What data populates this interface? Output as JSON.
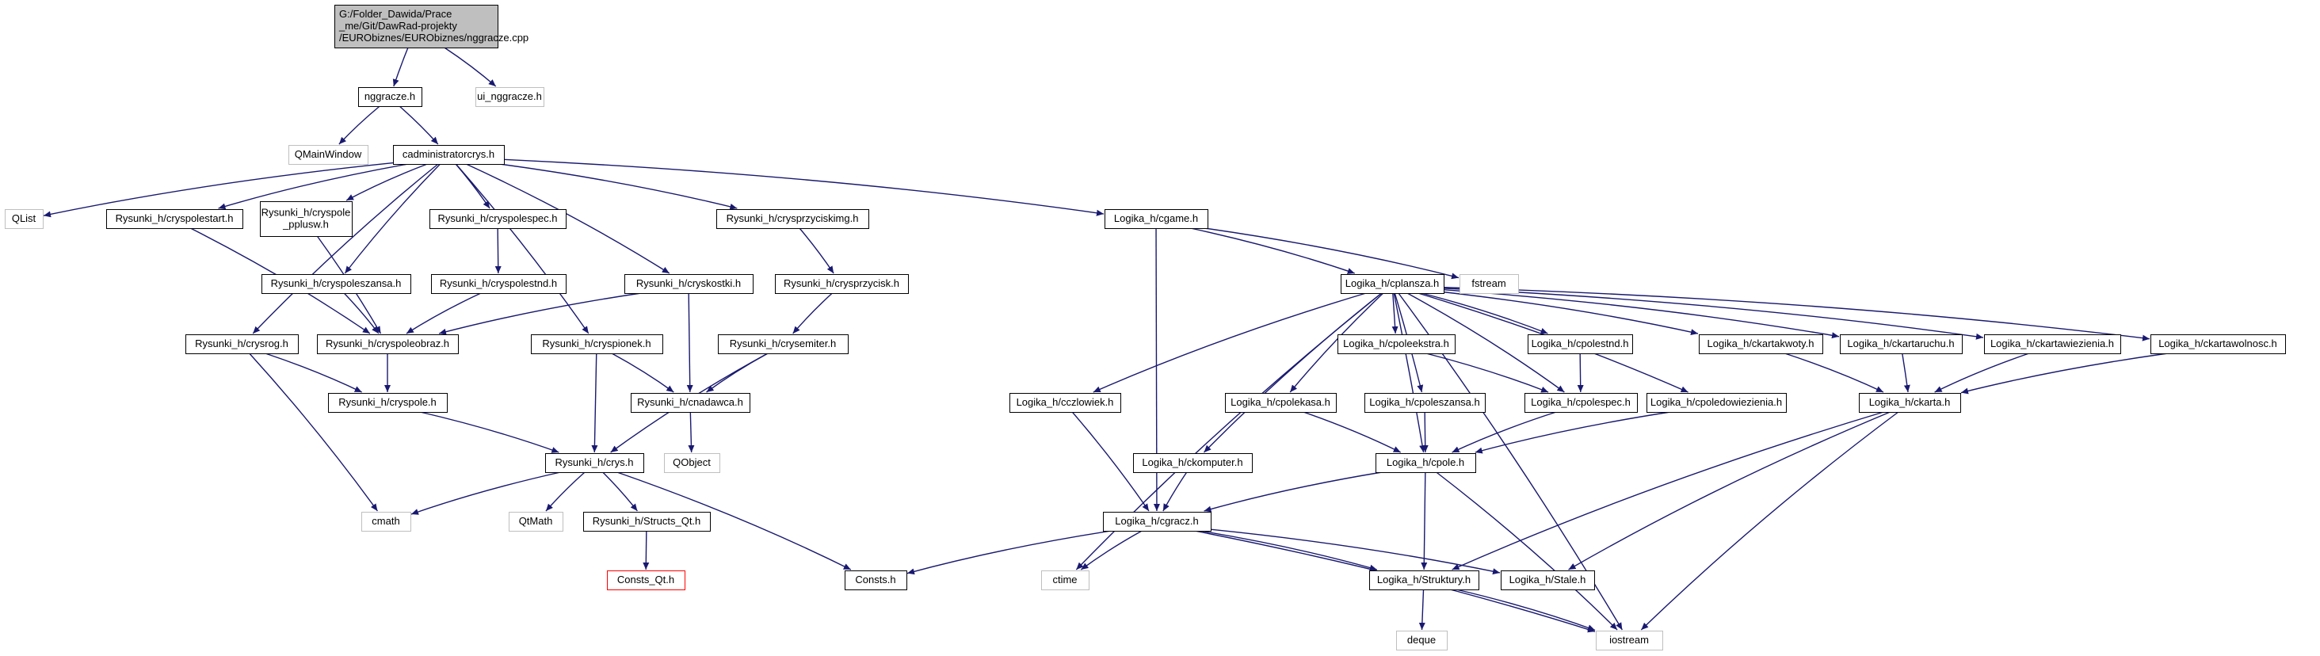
{
  "colors": {
    "edge": "#191970",
    "box_border": "#000000",
    "root_fill": "#bfbfbf",
    "missing_border": "#bfbfbf",
    "warn_border": "#ff0000",
    "bg": "#ffffff"
  },
  "nodes": [
    {
      "id": "root",
      "lines": [
        "G:/Folder_Dawida/Prace",
        "_me/Git/DawRad-projekty",
        "/EURObiznes/EURObiznes/nggracze.cpp"
      ],
      "kind": "root"
    },
    {
      "id": "nggracze_h",
      "lines": [
        "nggracze.h"
      ],
      "kind": "normal"
    },
    {
      "id": "ui_nggracze_h",
      "lines": [
        "ui_nggracze.h"
      ],
      "kind": "missing"
    },
    {
      "id": "qmainwindow",
      "lines": [
        "QMainWindow"
      ],
      "kind": "missing"
    },
    {
      "id": "cadministrator",
      "lines": [
        "cadministratorcrys.h"
      ],
      "kind": "normal"
    },
    {
      "id": "qlist",
      "lines": [
        "QList"
      ],
      "kind": "missing"
    },
    {
      "id": "cryspolestart",
      "lines": [
        "Rysunki_h/cryspolestart.h"
      ],
      "kind": "normal"
    },
    {
      "id": "cryspolepplusw",
      "lines": [
        "Rysunki_h/cryspole",
        "_pplusw.h"
      ],
      "kind": "normal"
    },
    {
      "id": "cryspolespec",
      "lines": [
        "Rysunki_h/cryspolespec.h"
      ],
      "kind": "normal"
    },
    {
      "id": "crysprzyciskimg",
      "lines": [
        "Rysunki_h/crysprzyciskimg.h"
      ],
      "kind": "normal"
    },
    {
      "id": "cgame",
      "lines": [
        "Logika_h/cgame.h"
      ],
      "kind": "normal"
    },
    {
      "id": "cryspoleszansa",
      "lines": [
        "Rysunki_h/cryspoleszansa.h"
      ],
      "kind": "normal"
    },
    {
      "id": "cryspolestnd",
      "lines": [
        "Rysunki_h/cryspolestnd.h"
      ],
      "kind": "normal"
    },
    {
      "id": "cryskostki",
      "lines": [
        "Rysunki_h/cryskostki.h"
      ],
      "kind": "normal"
    },
    {
      "id": "crysprzycisk",
      "lines": [
        "Rysunki_h/crysprzycisk.h"
      ],
      "kind": "normal"
    },
    {
      "id": "cplansza",
      "lines": [
        "Logika_h/cplansza.h"
      ],
      "kind": "normal"
    },
    {
      "id": "fstream",
      "lines": [
        "fstream"
      ],
      "kind": "missing"
    },
    {
      "id": "crysrog",
      "lines": [
        "Rysunki_h/crysrog.h"
      ],
      "kind": "normal"
    },
    {
      "id": "cryspoleobraz",
      "lines": [
        "Rysunki_h/cryspoleobraz.h"
      ],
      "kind": "normal"
    },
    {
      "id": "cryspionek",
      "lines": [
        "Rysunki_h/cryspionek.h"
      ],
      "kind": "normal"
    },
    {
      "id": "crysemiter",
      "lines": [
        "Rysunki_h/crysemiter.h"
      ],
      "kind": "normal"
    },
    {
      "id": "cpoleekstra",
      "lines": [
        "Logika_h/cpoleekstra.h"
      ],
      "kind": "normal"
    },
    {
      "id": "cpolestnd",
      "lines": [
        "Logika_h/cpolestnd.h"
      ],
      "kind": "normal"
    },
    {
      "id": "ckartakwoty",
      "lines": [
        "Logika_h/ckartakwoty.h"
      ],
      "kind": "normal"
    },
    {
      "id": "ckartaruchu",
      "lines": [
        "Logika_h/ckartaruchu.h"
      ],
      "kind": "normal"
    },
    {
      "id": "ckartawiezienia",
      "lines": [
        "Logika_h/ckartawiezienia.h"
      ],
      "kind": "normal"
    },
    {
      "id": "ckartawolnosc",
      "lines": [
        "Logika_h/ckartawolnosc.h"
      ],
      "kind": "normal"
    },
    {
      "id": "cryspole",
      "lines": [
        "Rysunki_h/cryspole.h"
      ],
      "kind": "normal"
    },
    {
      "id": "cnadawca",
      "lines": [
        "Rysunki_h/cnadawca.h"
      ],
      "kind": "normal"
    },
    {
      "id": "cczlowiek",
      "lines": [
        "Logika_h/cczlowiek.h"
      ],
      "kind": "normal"
    },
    {
      "id": "cpolekasa",
      "lines": [
        "Logika_h/cpolekasa.h"
      ],
      "kind": "normal"
    },
    {
      "id": "cpoleszansa",
      "lines": [
        "Logika_h/cpoleszansa.h"
      ],
      "kind": "normal"
    },
    {
      "id": "cpolespec",
      "lines": [
        "Logika_h/cpolespec.h"
      ],
      "kind": "normal"
    },
    {
      "id": "cpoledowiezienia",
      "lines": [
        "Logika_h/cpoledowiezienia.h"
      ],
      "kind": "normal"
    },
    {
      "id": "ckarta",
      "lines": [
        "Logika_h/ckarta.h"
      ],
      "kind": "normal"
    },
    {
      "id": "crys",
      "lines": [
        "Rysunki_h/crys.h"
      ],
      "kind": "normal"
    },
    {
      "id": "qobject",
      "lines": [
        "QObject"
      ],
      "kind": "missing"
    },
    {
      "id": "ckomputer",
      "lines": [
        "Logika_h/ckomputer.h"
      ],
      "kind": "normal"
    },
    {
      "id": "cpole",
      "lines": [
        "Logika_h/cpole.h"
      ],
      "kind": "normal"
    },
    {
      "id": "cmath",
      "lines": [
        "cmath"
      ],
      "kind": "missing"
    },
    {
      "id": "qtmath",
      "lines": [
        "QtMath"
      ],
      "kind": "missing"
    },
    {
      "id": "structsqt",
      "lines": [
        "Rysunki_h/Structs_Qt.h"
      ],
      "kind": "normal"
    },
    {
      "id": "cgracz",
      "lines": [
        "Logika_h/cgracz.h"
      ],
      "kind": "normal"
    },
    {
      "id": "constsqt",
      "lines": [
        "Consts_Qt.h"
      ],
      "kind": "warn"
    },
    {
      "id": "consts",
      "lines": [
        "Consts.h"
      ],
      "kind": "normal"
    },
    {
      "id": "ctime",
      "lines": [
        "ctime"
      ],
      "kind": "missing"
    },
    {
      "id": "struktury",
      "lines": [
        "Logika_h/Struktury.h"
      ],
      "kind": "normal"
    },
    {
      "id": "stale",
      "lines": [
        "Logika_h/Stale.h"
      ],
      "kind": "normal"
    },
    {
      "id": "deque",
      "lines": [
        "deque"
      ],
      "kind": "missing"
    },
    {
      "id": "iostream",
      "lines": [
        "iostream"
      ],
      "kind": "missing"
    }
  ],
  "edges": [
    [
      "root",
      "nggracze_h"
    ],
    [
      "root",
      "ui_nggracze_h"
    ],
    [
      "nggracze_h",
      "qmainwindow"
    ],
    [
      "nggracze_h",
      "cadministrator"
    ],
    [
      "cadministrator",
      "qlist"
    ],
    [
      "cadministrator",
      "cryspolestart"
    ],
    [
      "cadministrator",
      "cryspolepplusw"
    ],
    [
      "cadministrator",
      "cryspolespec"
    ],
    [
      "cadministrator",
      "crysprzyciskimg"
    ],
    [
      "cadministrator",
      "cgame"
    ],
    [
      "cadministrator",
      "cryspoleszansa"
    ],
    [
      "cadministrator",
      "cryskostki"
    ],
    [
      "cadministrator",
      "crysrog"
    ],
    [
      "cadministrator",
      "cryspionek"
    ],
    [
      "cryspolestart",
      "cryspoleobraz"
    ],
    [
      "cryspolepplusw",
      "cryspoleobraz"
    ],
    [
      "cryspolespec",
      "cryspolestnd"
    ],
    [
      "cryspolestnd",
      "cryspoleobraz"
    ],
    [
      "cryspoleszansa",
      "cryspoleobraz"
    ],
    [
      "cryskostki",
      "cryspoleobraz"
    ],
    [
      "cryskostki",
      "cnadawca"
    ],
    [
      "crysprzyciskimg",
      "crysprzycisk"
    ],
    [
      "crysprzycisk",
      "crysemiter"
    ],
    [
      "crysemiter",
      "cnadawca"
    ],
    [
      "crysemiter",
      "crys"
    ],
    [
      "crysrog",
      "cryspole"
    ],
    [
      "crysrog",
      "cmath"
    ],
    [
      "cryspoleobraz",
      "cryspole"
    ],
    [
      "cryspionek",
      "crys"
    ],
    [
      "cryspionek",
      "cnadawca"
    ],
    [
      "cnadawca",
      "qobject"
    ],
    [
      "cryspole",
      "crys"
    ],
    [
      "crys",
      "cmath"
    ],
    [
      "crys",
      "qtmath"
    ],
    [
      "crys",
      "structsqt"
    ],
    [
      "crys",
      "consts"
    ],
    [
      "structsqt",
      "constsqt"
    ],
    [
      "cgame",
      "cplansza"
    ],
    [
      "cgame",
      "fstream"
    ],
    [
      "cgame",
      "cgracz"
    ],
    [
      "cplansza",
      "ctime"
    ],
    [
      "cplansza",
      "cczlowiek"
    ],
    [
      "cplansza",
      "ckomputer"
    ],
    [
      "cplansza",
      "cpolekasa"
    ],
    [
      "cplansza",
      "cpole"
    ],
    [
      "cplansza",
      "cpoleszansa"
    ],
    [
      "cplansza",
      "cpoleekstra"
    ],
    [
      "cplansza",
      "cpolestnd"
    ],
    [
      "cplansza",
      "cpolespec"
    ],
    [
      "cplansza",
      "cpoledowiezienia"
    ],
    [
      "cplansza",
      "ckartakwoty"
    ],
    [
      "cplansza",
      "ckartaruchu"
    ],
    [
      "cplansza",
      "ckartawiezienia"
    ],
    [
      "cplansza",
      "ckartawolnosc"
    ],
    [
      "cplansza",
      "iostream"
    ],
    [
      "cpoleekstra",
      "cpolespec"
    ],
    [
      "cpolestnd",
      "cpolespec"
    ],
    [
      "cpolespec",
      "cpole"
    ],
    [
      "cpolekasa",
      "cpole"
    ],
    [
      "cpoleszansa",
      "cpole"
    ],
    [
      "cpoledowiezienia",
      "cpole"
    ],
    [
      "ckartakwoty",
      "ckarta"
    ],
    [
      "ckartaruchu",
      "ckarta"
    ],
    [
      "ckartawiezienia",
      "ckarta"
    ],
    [
      "ckartawolnosc",
      "ckarta"
    ],
    [
      "ckarta",
      "struktury"
    ],
    [
      "ckarta",
      "stale"
    ],
    [
      "ckarta",
      "iostream"
    ],
    [
      "cczlowiek",
      "cgracz"
    ],
    [
      "ckomputer",
      "cgracz"
    ],
    [
      "cpole",
      "cgracz"
    ],
    [
      "cpole",
      "struktury"
    ],
    [
      "cpole",
      "iostream"
    ],
    [
      "cgracz",
      "consts"
    ],
    [
      "cgracz",
      "ctime"
    ],
    [
      "cgracz",
      "struktury"
    ],
    [
      "cgracz",
      "stale"
    ],
    [
      "cgracz",
      "iostream"
    ],
    [
      "struktury",
      "deque"
    ],
    [
      "struktury",
      "iostream"
    ]
  ]
}
